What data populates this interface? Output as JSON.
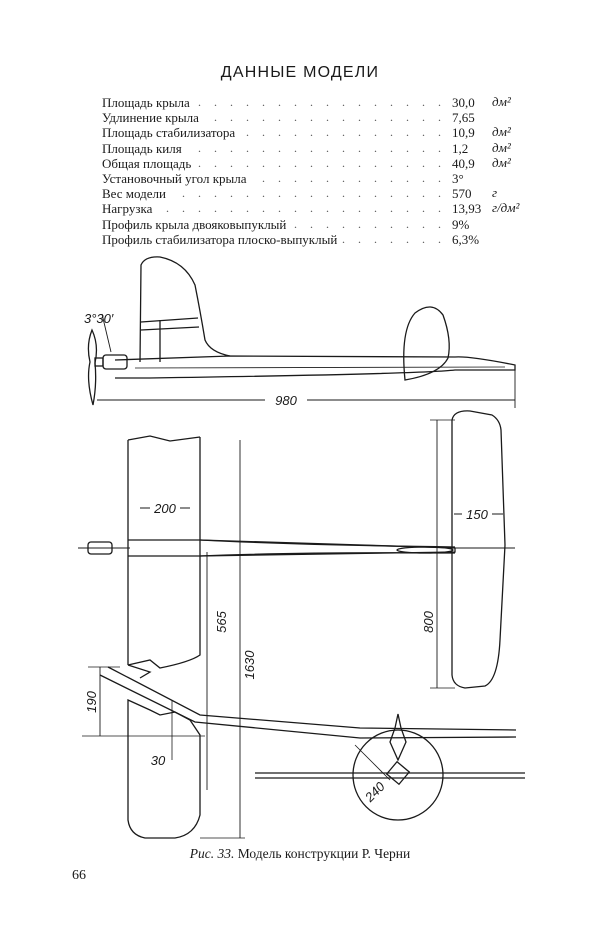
{
  "title": "ДАННЫЕ МОДЕЛИ",
  "specs": [
    {
      "label": "Площадь крыла",
      "value": "30,0",
      "unit": "дм²"
    },
    {
      "label": "Удлинение крыла",
      "value": "7,65",
      "unit": ""
    },
    {
      "label": "Площадь стабилизатора",
      "value": "10,9",
      "unit": "дм²"
    },
    {
      "label": "Площадь киля",
      "value": "1,2",
      "unit": "дм²"
    },
    {
      "label": "Общая площадь",
      "value": "40,9",
      "unit": "дм²"
    },
    {
      "label": "Установочный угол крыла",
      "value": "3°",
      "unit": ""
    },
    {
      "label": "Вес модели",
      "value": "570",
      "unit": "г"
    },
    {
      "label": "Нагрузка",
      "value": "13,93",
      "unit": "г/дм²"
    },
    {
      "label": "Профиль крыла двояковыпуклый",
      "value": "9%",
      "unit": ""
    },
    {
      "label": "Профиль стабилизатора плоско-выпуклый",
      "value": "6,3%",
      "unit": ""
    }
  ],
  "dimensions": {
    "incidence": "3°30′",
    "length": "980",
    "wing_chord": "200",
    "stab_chord": "150",
    "span_half": "565",
    "span_total": "1630",
    "stab_span": "800",
    "dihedral_height": "190",
    "tip_offset": "30",
    "tail_detail": "240"
  },
  "caption": {
    "fig": "Рис. 33.",
    "text": "Модель конструкции Р. Черни"
  },
  "page_number": "66"
}
